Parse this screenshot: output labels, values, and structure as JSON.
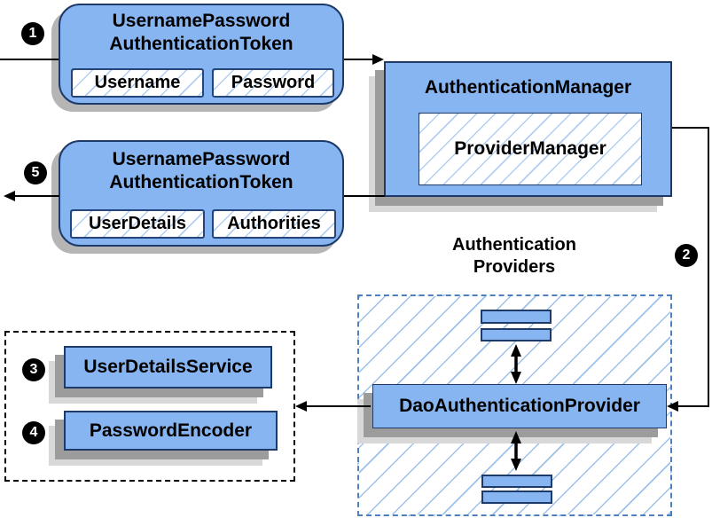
{
  "request_token": {
    "title": [
      "UsernamePassword",
      "AuthenticationToken"
    ],
    "fields": [
      "Username",
      "Password"
    ]
  },
  "response_token": {
    "title": [
      "UsernamePassword",
      "AuthenticationToken"
    ],
    "fields": [
      "UserDetails",
      "Authorities"
    ]
  },
  "manager": {
    "title": "AuthenticationManager",
    "delegate": "ProviderManager"
  },
  "providers": {
    "heading": [
      "Authentication",
      "Providers"
    ],
    "main_provider": "DaoAuthenticationProvider"
  },
  "services": {
    "items": [
      "UserDetailsService",
      "PasswordEncoder"
    ]
  },
  "steps": [
    "1",
    "2",
    "3",
    "4",
    "5"
  ],
  "colors": {
    "box_fill": "#87b5f1",
    "box_border": "#1d3a68",
    "hatch_line": "#9cc1ea",
    "region_dash_border": "#4e80c0",
    "shadow_dark": "#9c9c9c",
    "shadow_light": "#d8d8d8",
    "rounded_shadow": "#b5b5b5",
    "arrow": "#000000",
    "badge_bg": "#000000",
    "badge_text": "#ffffff"
  }
}
